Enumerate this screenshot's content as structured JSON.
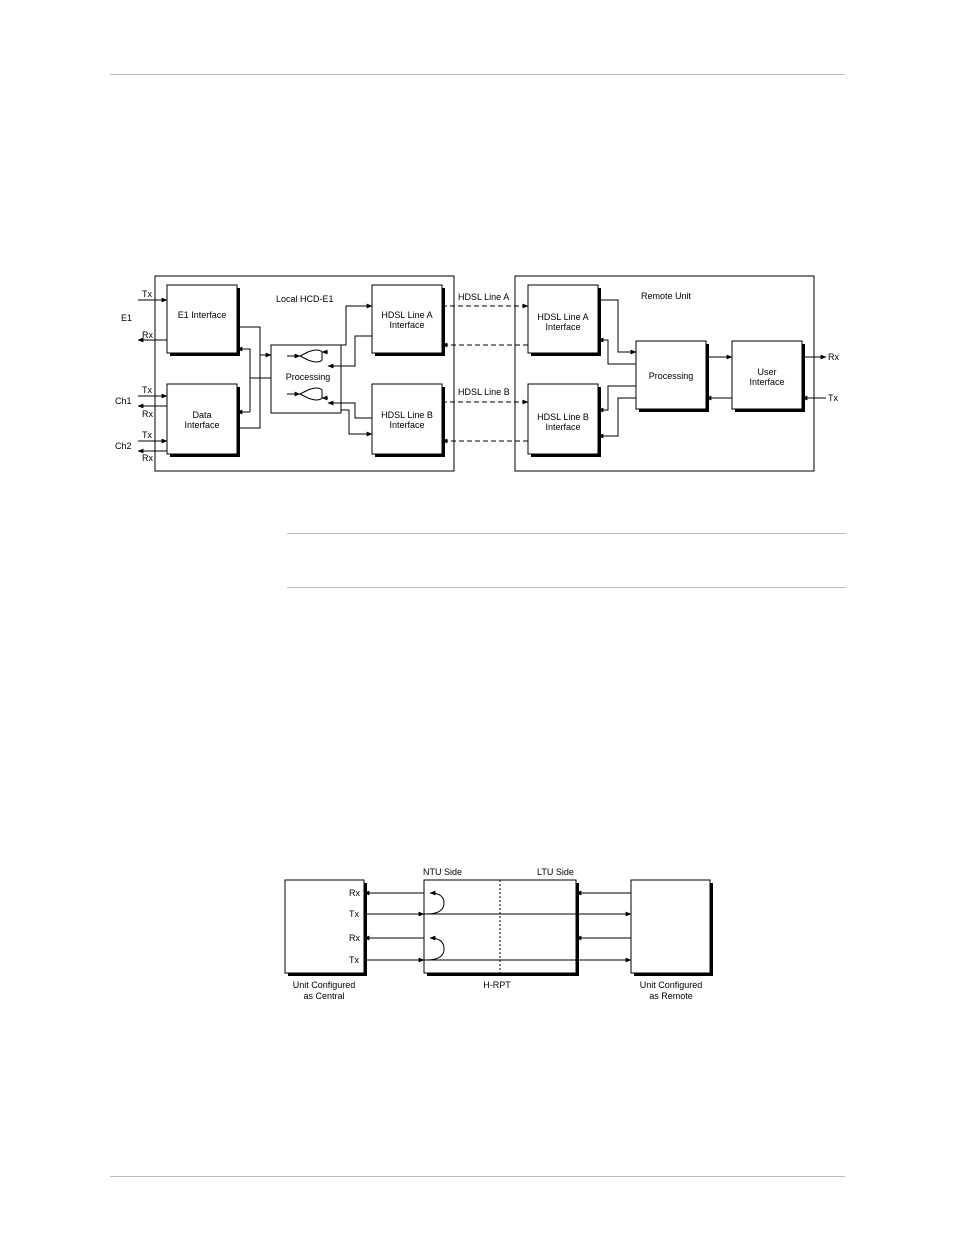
{
  "diagram1": {
    "local_title": "Local HCD-E1",
    "remote_title": "Remote Unit",
    "e1_box": "E1  Interface",
    "data_box": [
      "Data",
      "Interface"
    ],
    "processing_local": "Processing",
    "hdsl_a_local": [
      "HDSL Line A",
      "Interface"
    ],
    "hdsl_b_local": [
      "HDSL Line B",
      "Interface"
    ],
    "hdsl_a_remote": [
      "HDSL Line A",
      "Interface"
    ],
    "hdsl_b_remote": [
      "HDSL Line B",
      "Interface"
    ],
    "processing_remote": "Processing",
    "user_box": [
      "User",
      "Interface"
    ],
    "line_a_label": "HDSL Line A",
    "line_b_label": "HDSL Line B",
    "port_e1": "E1",
    "port_ch1": "Ch1",
    "port_ch2": "Ch2",
    "tx": "Tx",
    "rx": "Rx"
  },
  "diagram2": {
    "ntu_side": "NTU Side",
    "ltu_side": "LTU Side",
    "hrpt": "H-RPT",
    "central_label": [
      "Unit Configured",
      "as Central"
    ],
    "remote_label": [
      "Unit Configured",
      "as Remote"
    ],
    "rx": "Rx",
    "tx": "Tx"
  }
}
